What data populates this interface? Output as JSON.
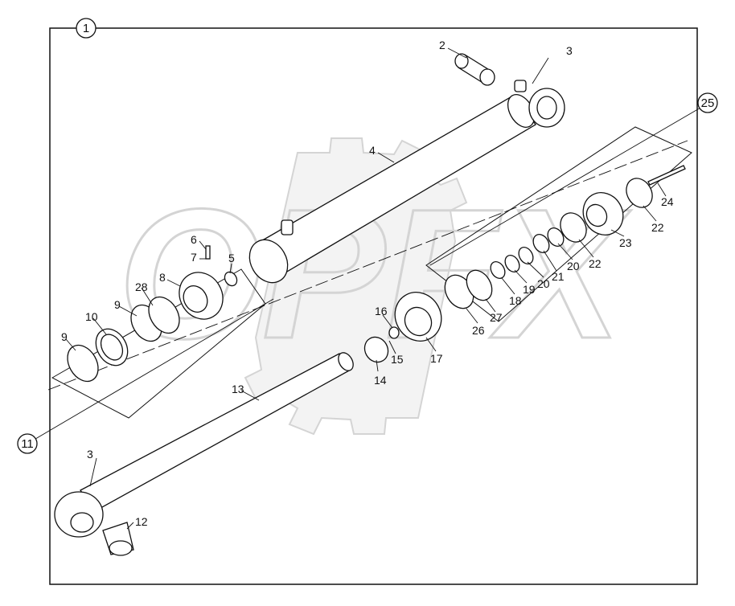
{
  "diagram": {
    "assembly_number": "1",
    "subassembly_callouts": {
      "piston_group": "11",
      "seal_kit": "25"
    },
    "callouts": {
      "c2": "2",
      "c3_top": "3",
      "c4": "4",
      "c5": "5",
      "c6": "6",
      "c7": "7",
      "c8": "8",
      "c9a": "9",
      "c9b": "9",
      "c10": "10",
      "c28": "28",
      "c12": "12",
      "c13": "13",
      "c3_bottom": "3",
      "c14": "14",
      "c15": "15",
      "c16": "16",
      "c17": "17",
      "c26": "26",
      "c27": "27",
      "c18": "18",
      "c19": "19",
      "c20a": "20",
      "c21": "21",
      "c20b": "20",
      "c22a": "22",
      "c23": "23",
      "c22b": "22",
      "c24": "24"
    },
    "watermark": "OPFX",
    "colors": {
      "line": "#111111",
      "watermark": "#d4d4d4",
      "background": "#ffffff"
    }
  }
}
